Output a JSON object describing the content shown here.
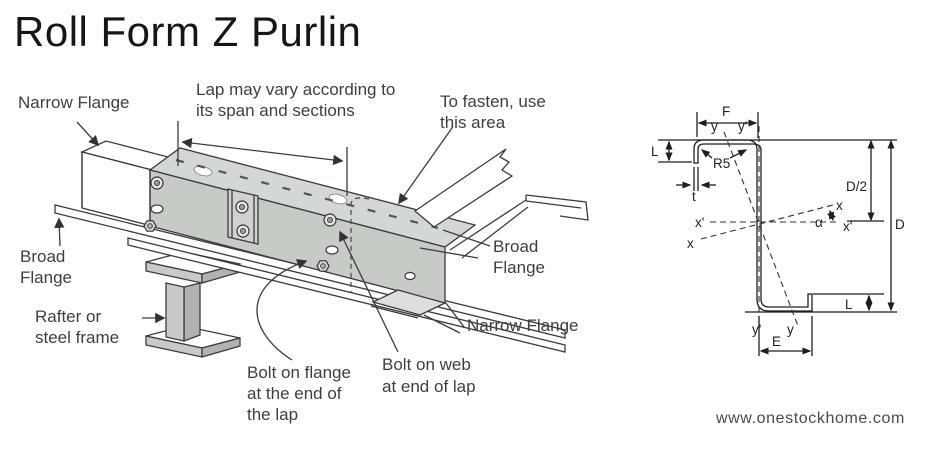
{
  "title": "Roll Form Z Purlin",
  "watermark": "www.onestockhome.com",
  "iso": {
    "labels": {
      "narrow_flange_left": "Narrow Flange",
      "lap_note_1": "Lap may vary according to",
      "lap_note_2": "its span and sections",
      "fasten_1": "To fasten, use",
      "fasten_2": "this area",
      "broad_left_1": "Broad",
      "broad_left_2": "Flange",
      "rafter_1": "Rafter or",
      "rafter_2": "steel frame",
      "broad_right_1": "Broad",
      "broad_right_2": "Flange",
      "narrow_flange_right": "Narrow Flange",
      "bolt_flange_1": "Bolt on flange",
      "bolt_flange_2": "at the end of",
      "bolt_flange_3": "the lap",
      "bolt_web_1": "Bolt on web",
      "bolt_web_2": "at end of lap"
    }
  },
  "section": {
    "labels": {
      "F": "F",
      "y_top": "y",
      "yp_top": "y'",
      "L_top": "L",
      "R": "R5",
      "t": "t",
      "xp_left": "x'",
      "x_left": "x",
      "x_right": "x",
      "alpha": "α",
      "xp_right": "x'",
      "D_half": "D/2",
      "D": "D",
      "L_bottom": "L",
      "yp_bottom": "y'",
      "y_bottom": "y",
      "E": "E"
    }
  },
  "colors": {
    "ink": "#3c3c3c",
    "section_ink": "#1f1f1f",
    "web_gray": "#c6cbc6",
    "top_gray": "#d4d8d4",
    "steel_gray": "#c9c9c9",
    "text": "#3f3f3f"
  }
}
